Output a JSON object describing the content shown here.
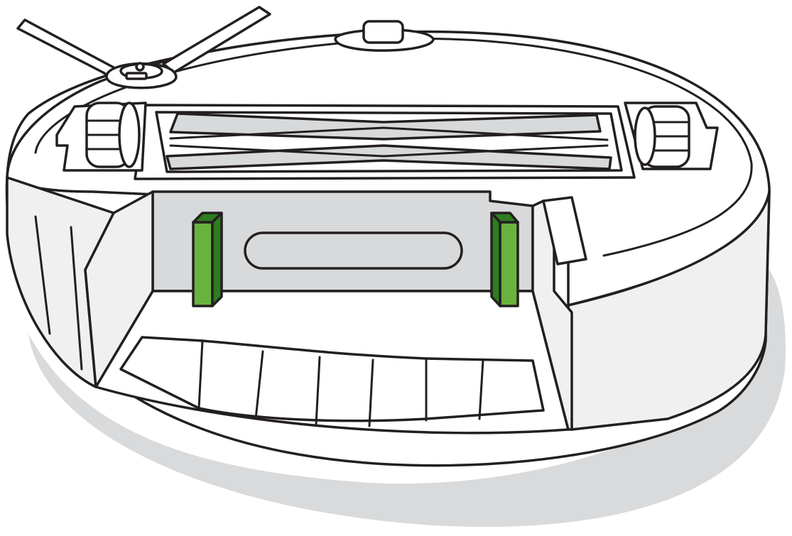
{
  "illustration": {
    "subject": "robot-vacuum-underside",
    "highlighted_parts": [
      "bin-sensor-left",
      "bin-sensor-right"
    ],
    "colors": {
      "outline": "#231f20",
      "body": "#ffffff",
      "shadow": "#d9dadb",
      "cavity": "#d8d9da",
      "rim": "#f0f0f0",
      "highlight": "#6ab23e",
      "highlight_dark": "#2d7d20"
    }
  }
}
